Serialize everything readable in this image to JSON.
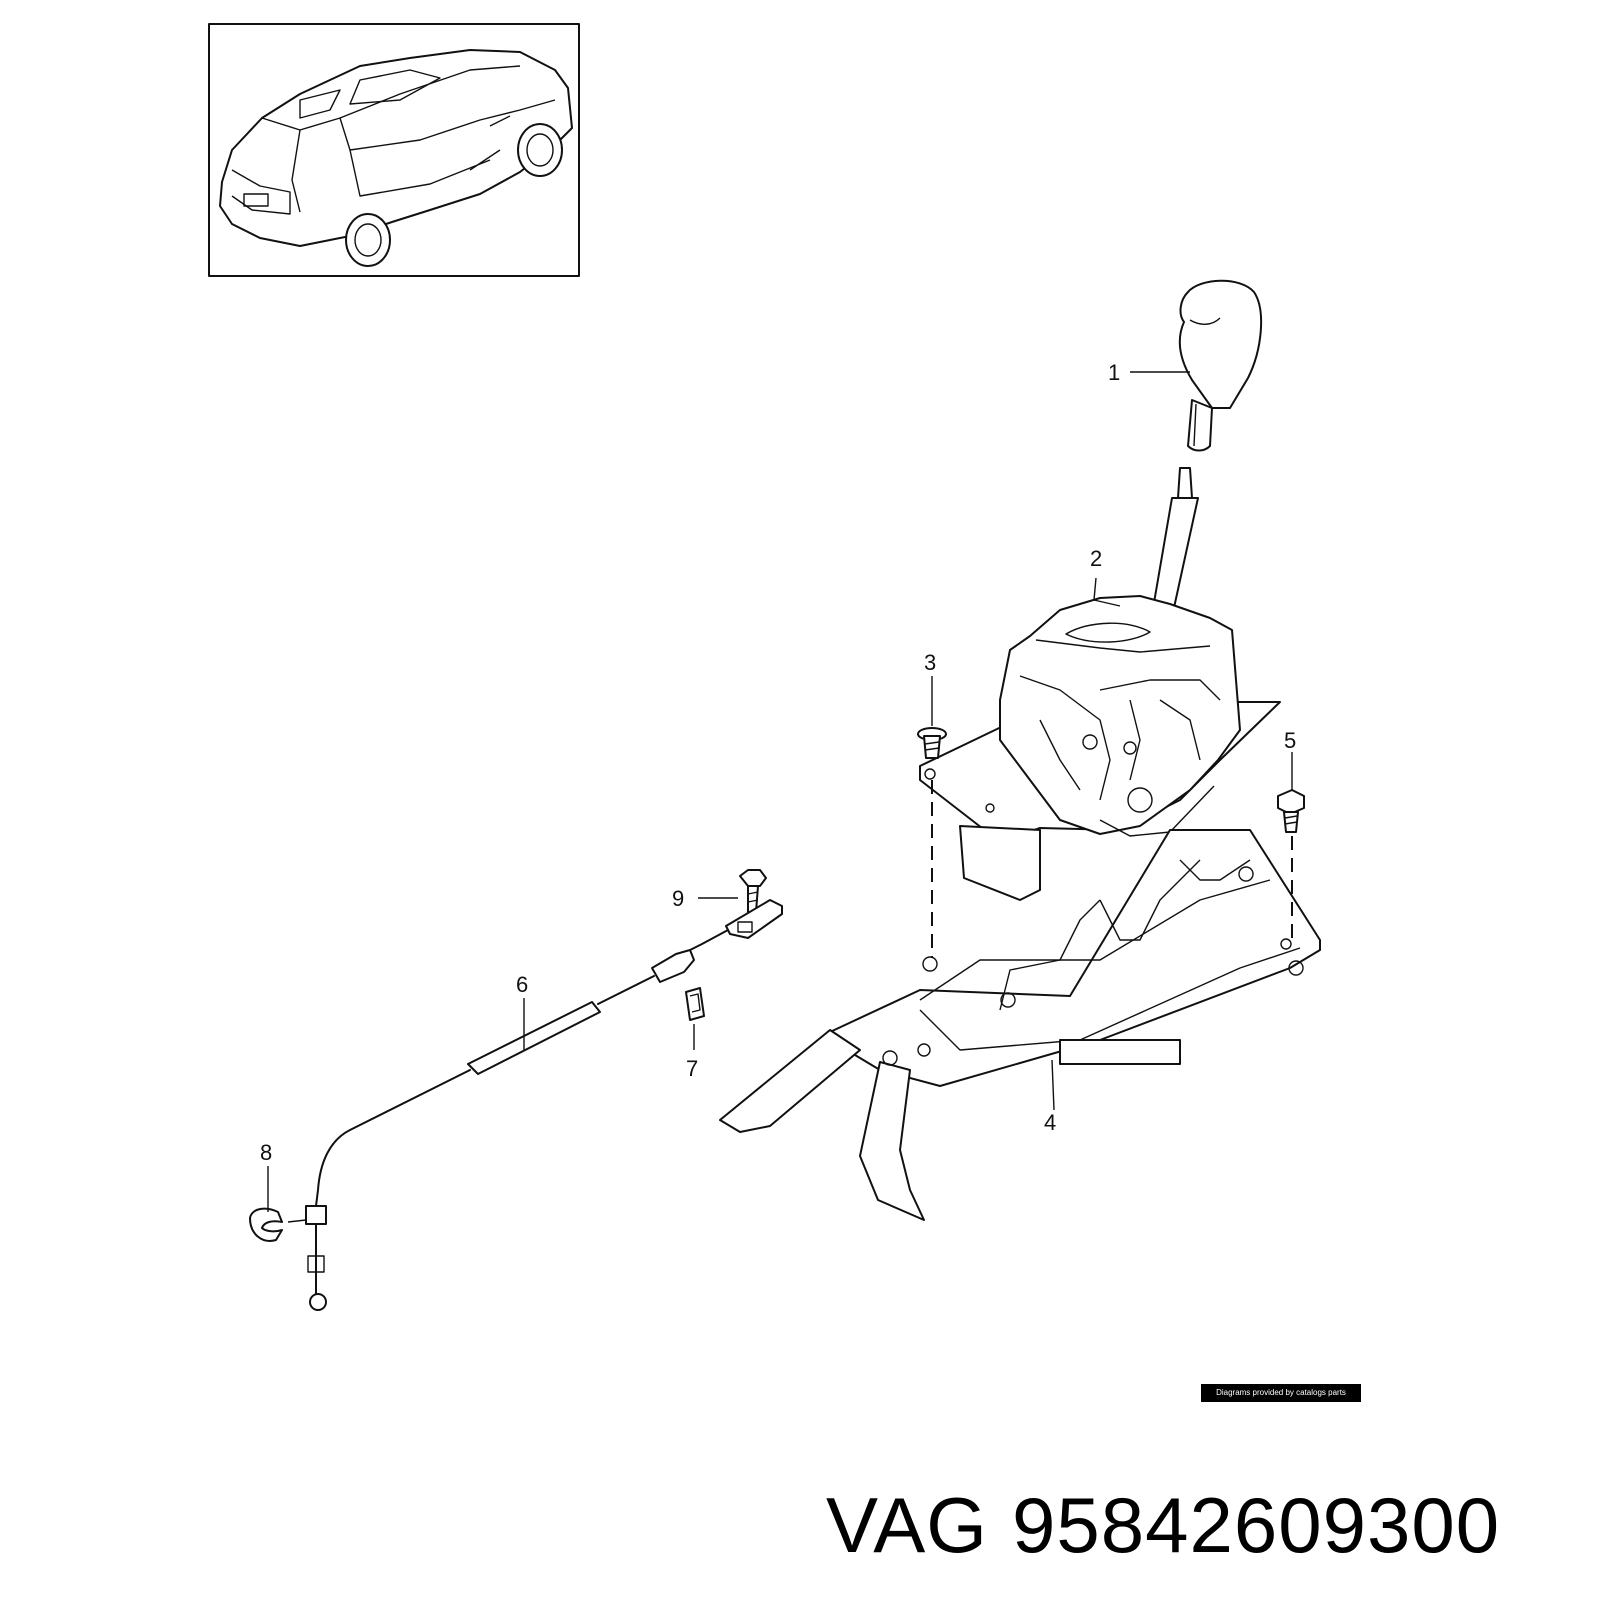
{
  "diagram": {
    "callouts": [
      {
        "id": "1",
        "label": "1"
      },
      {
        "id": "2",
        "label": "2"
      },
      {
        "id": "3",
        "label": "3"
      },
      {
        "id": "4",
        "label": "4"
      },
      {
        "id": "5",
        "label": "5"
      },
      {
        "id": "6",
        "label": "6"
      },
      {
        "id": "7",
        "label": "7"
      },
      {
        "id": "8",
        "label": "8"
      },
      {
        "id": "9",
        "label": "9"
      }
    ],
    "credit": "Diagrams provided by catalogs parts"
  },
  "footer": {
    "brand": "VAG",
    "part_number": "95842609300"
  }
}
